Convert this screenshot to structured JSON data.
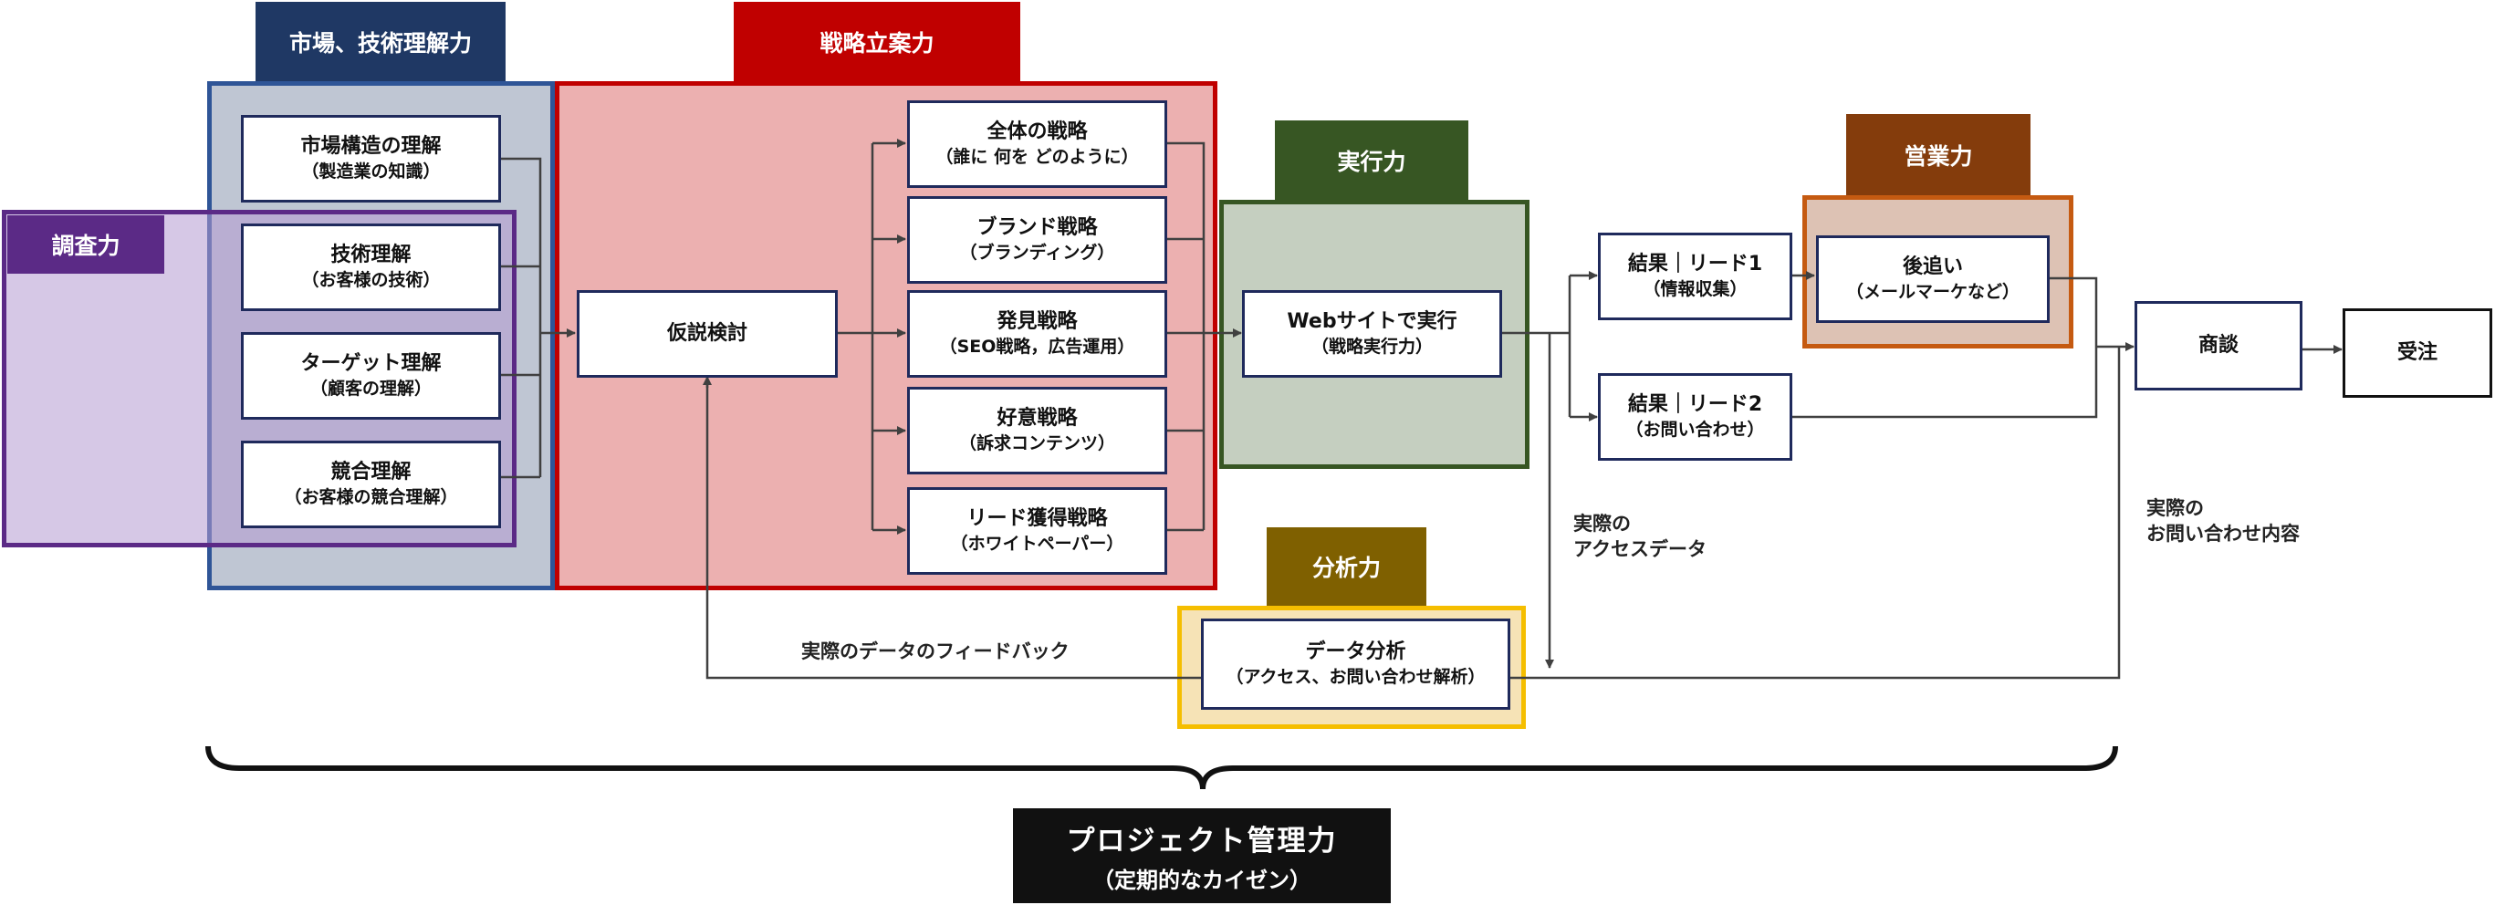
{
  "regions": {
    "market": {
      "label": "市場、技術理解力",
      "color": "#1F3864",
      "fill": "#BFC6D3",
      "border": "#2F5597"
    },
    "strategy": {
      "label": "戦略立案力",
      "color": "#C00000",
      "fill": "#ECB0B0",
      "border": "#C00000"
    },
    "research": {
      "label": "調査力",
      "color": "#5B2A86",
      "fill": "#CFC0DC",
      "border": "#5B2A86"
    },
    "execution": {
      "label": "実行力",
      "color": "#375623",
      "fill": "#C5CFC0",
      "border": "#375623"
    },
    "sales": {
      "label": "営業力",
      "color": "#843C0C",
      "fill": "#DDC2B4",
      "border": "#C55A11"
    },
    "analysis": {
      "label": "分析力",
      "color": "#7F6000",
      "fill": "#F6E3B6",
      "border": "#F5BE00"
    }
  },
  "nodes": {
    "market_structure": {
      "line1": "市場構造の理解",
      "line2": "（製造業の知識）"
    },
    "tech_understanding": {
      "line1": "技術理解",
      "line2": "（お客様の技術）"
    },
    "target_understanding": {
      "line1": "ターゲット理解",
      "line2": "（顧客の理解）"
    },
    "competitor_understanding": {
      "line1": "競合理解",
      "line2": "（お客様の競合理解）"
    },
    "hypothesis": {
      "line1": "仮説検討"
    },
    "overall_strategy": {
      "line1": "全体の戦略",
      "line2": "（誰に 何を どのように）"
    },
    "brand_strategy": {
      "line1": "ブランド戦略",
      "line2": "（ブランディング）"
    },
    "discovery_strategy": {
      "line1": "発見戦略",
      "line2": "（SEO戦略，広告運用）"
    },
    "favor_strategy": {
      "line1": "好意戦略",
      "line2": "（訴求コンテンツ）"
    },
    "lead_strategy": {
      "line1": "リード獲得戦略",
      "line2": "（ホワイトペーパー）"
    },
    "web_execution": {
      "line1": "Webサイトで実行",
      "line2": "（戦略実行力）"
    },
    "result_lead1": {
      "line1": "結果｜リード1",
      "line2": "（情報収集）"
    },
    "result_lead2": {
      "line1": "結果｜リード2",
      "line2": "（お問い合わせ）"
    },
    "follow_up": {
      "line1": "後追い",
      "line2": "（メールマーケなど）"
    },
    "negotiation": {
      "line1": "商談"
    },
    "order": {
      "line1": "受注"
    },
    "data_analysis": {
      "line1": "データ分析",
      "line2": "（アクセス、お問い合わせ解析）"
    }
  },
  "labels": {
    "actual_access": "実際の\nアクセスデータ",
    "actual_inquiry": "実際の\nお問い合わせ内容",
    "feedback": "実際のデータのフィードバック"
  },
  "project": {
    "title": "プロジェクト管理力",
    "subtitle": "（定期的なカイゼン）",
    "bg": "#111111"
  },
  "colors": {
    "node_border": "#1F2A5C",
    "arrow": "#404040"
  }
}
